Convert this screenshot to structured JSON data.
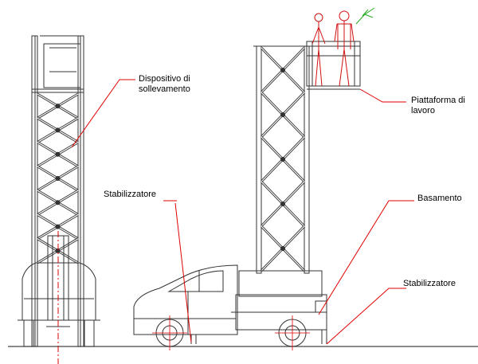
{
  "labels": {
    "lifting_device": "Dispositivo di\nsollevamento",
    "work_platform": "Piattaforma di\nlavoro",
    "stabilizer_left": "Stabilizzatore",
    "base": "Basamento",
    "stabilizer_right": "Stabilizzatore"
  },
  "colors": {
    "line": "#333333",
    "leader": "#e00000",
    "figure": "#d01010",
    "tool": "#22aa22"
  }
}
